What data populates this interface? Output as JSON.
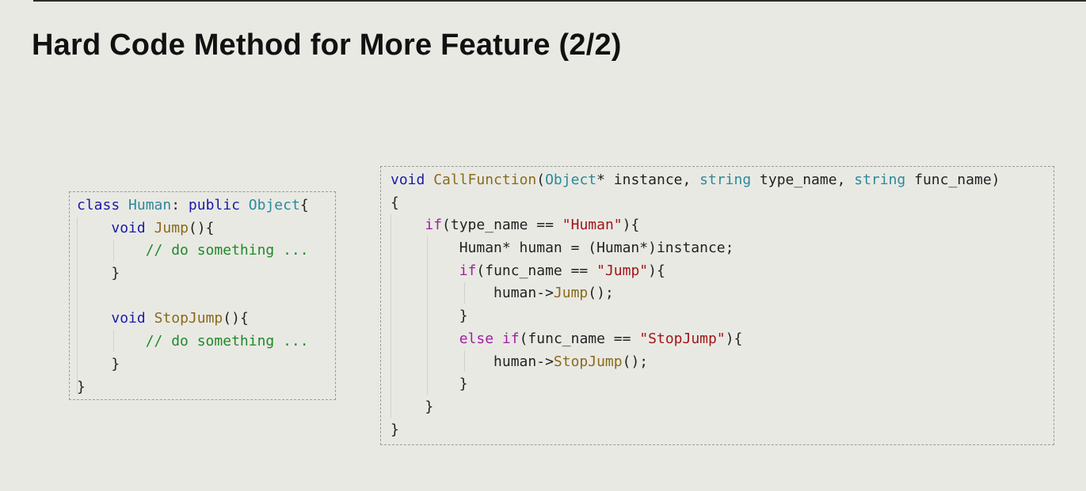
{
  "slide": {
    "title": "Hard Code Method for More Feature (2/2)"
  },
  "code_left": {
    "lines": [
      [
        {
          "t": "class",
          "k": "kw"
        },
        {
          "t": " ",
          "k": "pl"
        },
        {
          "t": "Human",
          "k": "ty"
        },
        {
          "t": ": ",
          "k": "pl"
        },
        {
          "t": "public",
          "k": "kw"
        },
        {
          "t": " ",
          "k": "pl"
        },
        {
          "t": "Object",
          "k": "ty"
        },
        {
          "t": "{",
          "k": "pl"
        }
      ],
      [
        {
          "t": "    ",
          "k": "pl"
        },
        {
          "t": "void",
          "k": "kw"
        },
        {
          "t": " ",
          "k": "pl"
        },
        {
          "t": "Jump",
          "k": "fn"
        },
        {
          "t": "(){",
          "k": "pl"
        }
      ],
      [
        {
          "t": "        ",
          "k": "pl"
        },
        {
          "t": "// do something ...",
          "k": "cm"
        }
      ],
      [
        {
          "t": "    }",
          "k": "pl"
        }
      ],
      [
        {
          "t": "",
          "k": "pl"
        }
      ],
      [
        {
          "t": "    ",
          "k": "pl"
        },
        {
          "t": "void",
          "k": "kw"
        },
        {
          "t": " ",
          "k": "pl"
        },
        {
          "t": "StopJump",
          "k": "fn"
        },
        {
          "t": "(){",
          "k": "pl"
        }
      ],
      [
        {
          "t": "        ",
          "k": "pl"
        },
        {
          "t": "// do something ...",
          "k": "cm"
        }
      ],
      [
        {
          "t": "    }",
          "k": "pl"
        }
      ],
      [
        {
          "t": "}",
          "k": "pl"
        }
      ]
    ]
  },
  "code_right": {
    "lines": [
      [
        {
          "t": "void",
          "k": "kw"
        },
        {
          "t": " ",
          "k": "pl"
        },
        {
          "t": "CallFunction",
          "k": "fn"
        },
        {
          "t": "(",
          "k": "pl"
        },
        {
          "t": "Object",
          "k": "ty"
        },
        {
          "t": "* instance, ",
          "k": "pl"
        },
        {
          "t": "string",
          "k": "ty"
        },
        {
          "t": " type_name, ",
          "k": "pl"
        },
        {
          "t": "string",
          "k": "ty"
        },
        {
          "t": " func_name)",
          "k": "pl"
        }
      ],
      [
        {
          "t": "{",
          "k": "pl"
        }
      ],
      [
        {
          "t": "    ",
          "k": "pl"
        },
        {
          "t": "if",
          "k": "ctl"
        },
        {
          "t": "(type_name == ",
          "k": "pl"
        },
        {
          "t": "\"Human\"",
          "k": "st"
        },
        {
          "t": "){",
          "k": "pl"
        }
      ],
      [
        {
          "t": "        Human* human = (Human*)instance;",
          "k": "pl"
        }
      ],
      [
        {
          "t": "        ",
          "k": "pl"
        },
        {
          "t": "if",
          "k": "ctl"
        },
        {
          "t": "(func_name == ",
          "k": "pl"
        },
        {
          "t": "\"Jump\"",
          "k": "st"
        },
        {
          "t": "){",
          "k": "pl"
        }
      ],
      [
        {
          "t": "            human->",
          "k": "pl"
        },
        {
          "t": "Jump",
          "k": "fn"
        },
        {
          "t": "();",
          "k": "pl"
        }
      ],
      [
        {
          "t": "        }",
          "k": "pl"
        }
      ],
      [
        {
          "t": "        ",
          "k": "pl"
        },
        {
          "t": "else",
          "k": "ctl"
        },
        {
          "t": " ",
          "k": "pl"
        },
        {
          "t": "if",
          "k": "ctl"
        },
        {
          "t": "(func_name == ",
          "k": "pl"
        },
        {
          "t": "\"StopJump\"",
          "k": "st"
        },
        {
          "t": "){",
          "k": "pl"
        }
      ],
      [
        {
          "t": "            human->",
          "k": "pl"
        },
        {
          "t": "StopJump",
          "k": "fn"
        },
        {
          "t": "();",
          "k": "pl"
        }
      ],
      [
        {
          "t": "        }",
          "k": "pl"
        }
      ],
      [
        {
          "t": "    }",
          "k": "pl"
        }
      ],
      [
        {
          "t": "}",
          "k": "pl"
        }
      ]
    ]
  },
  "colors": {
    "background": "#e9e9e4",
    "keyword": "#1a1aa8",
    "type": "#2b8a9a",
    "function": "#8a6a1a",
    "comment": "#1f8a2a",
    "string": "#a31515",
    "control": "#a020a0"
  }
}
